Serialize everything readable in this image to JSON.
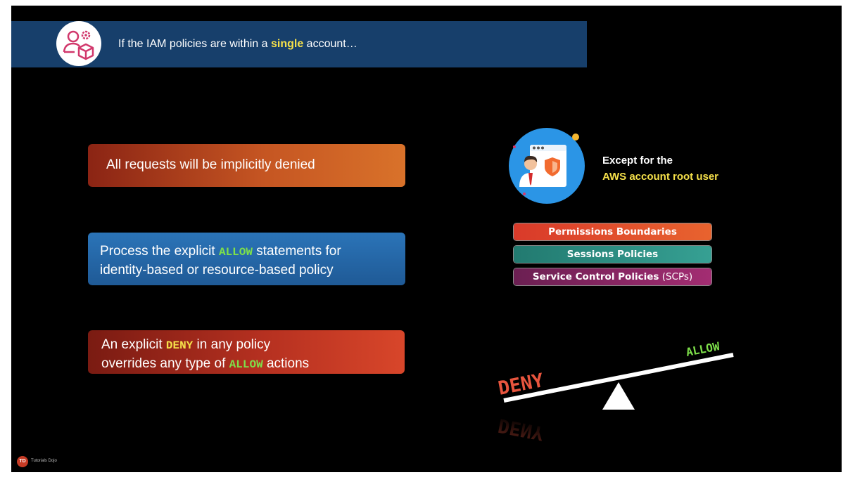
{
  "banner": {
    "prefix": "If the IAM policies are within a ",
    "highlight": "single",
    "suffix": " account…"
  },
  "steps": [
    {
      "text": "All requests will be implicitly denied"
    },
    {
      "line1_before": "Process the explicit ",
      "keyword": "ALLOW",
      "line1_after": " statements for",
      "line2": "identity-based or resource-based policy"
    },
    {
      "line1_before": "An explicit ",
      "keyword": "DENY",
      "line1_after": " in any policy",
      "line2_before": "overrides any type of ",
      "line2_keyword": "ALLOW",
      "line2_after": " actions"
    }
  ],
  "exception": {
    "line1": "Except for the",
    "line2": "AWS account root user"
  },
  "pills": [
    {
      "label": "Permissions Boundaries"
    },
    {
      "label": "Sessions Policies"
    },
    {
      "label": "Service Control Policies",
      "suffix": " (SCPs)"
    }
  ],
  "scale": {
    "deny_label": "DENY",
    "allow_label": "ALLOW"
  },
  "brand": {
    "badge": "TD",
    "name": "Tutorials Dojo"
  },
  "colors": {
    "banner_bg": "#173f6b",
    "highlight_yellow": "#f5e04a",
    "allow_green": "#7ee04a",
    "deny_red": "#e8553e"
  },
  "icons": [
    "iam-users-icon",
    "admin-security-icon",
    "balance-scale-icon"
  ]
}
